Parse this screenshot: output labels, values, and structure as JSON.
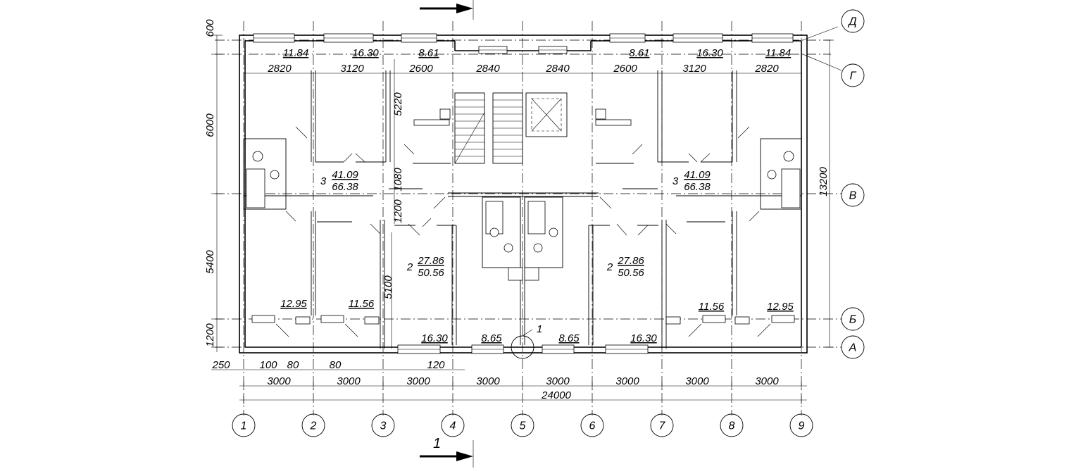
{
  "section_marks": {
    "top_label": "",
    "bottom_label": "1"
  },
  "axes": {
    "vertical": [
      "1",
      "2",
      "3",
      "4",
      "5",
      "6",
      "7",
      "8",
      "9"
    ],
    "horizontal": [
      "Д",
      "Г",
      "В",
      "Б",
      "А"
    ]
  },
  "dims": {
    "left": [
      "600",
      "6000",
      "5400",
      "1200"
    ],
    "right": [
      "13200"
    ],
    "bays": [
      "3000",
      "3000",
      "3000",
      "3000",
      "3000",
      "3000",
      "3000",
      "3000"
    ],
    "overall": "24000",
    "bottom_small": [
      "250",
      "100",
      "80",
      "80",
      "120"
    ],
    "room_widths": [
      "2820",
      "3120",
      "2600",
      "2840",
      "2840",
      "2600",
      "3120",
      "2820"
    ],
    "interior": [
      "5220",
      "1080",
      "1200",
      "5100"
    ]
  },
  "top_areas": [
    "11.84",
    "16.30",
    "8.61",
    "8.61",
    "16.30",
    "11.84"
  ],
  "bottom_areas": [
    "12.95",
    "11.56",
    "16.30",
    "8.65",
    "8.65",
    "16.30",
    "11.56",
    "12.95"
  ],
  "section_callout": "1",
  "apartments": [
    {
      "rooms": "3",
      "living": "41.09",
      "total": "66.38"
    },
    {
      "rooms": "3",
      "living": "41.09",
      "total": "66.38"
    },
    {
      "rooms": "2",
      "living": "27.86",
      "total": "50.56"
    },
    {
      "rooms": "2",
      "living": "27.86",
      "total": "50.56"
    }
  ]
}
